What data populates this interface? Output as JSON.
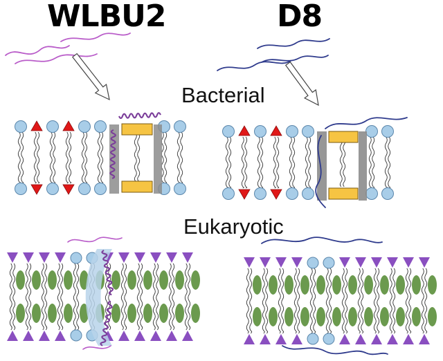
{
  "titles": {
    "left": "WLBU2",
    "right": "D8"
  },
  "membranes": {
    "bacterial_label": "Bacterial",
    "eukaryotic_label": "Eukaryotic"
  },
  "colors": {
    "wlbu2_peptide": "#b95cc9",
    "d8_peptide": "#2e3a8c",
    "lipid_head_blue": "#a8cde8",
    "lipid_head_stroke": "#5a86ab",
    "anionic_lipid_red": "#e01818",
    "cholesterol_green": "#6b9a4e",
    "eukaryotic_head_purple": "#8a4fc0",
    "pore_yellow": "#f6c443",
    "pore_shadow_gray": "#8c8c8c",
    "pore_halo_blue": "#b9d3ea"
  },
  "icons": {
    "arrow": "hollow-arrow-icon",
    "lipid": "phospholipid-icon",
    "helix": "alpha-helix-icon"
  }
}
